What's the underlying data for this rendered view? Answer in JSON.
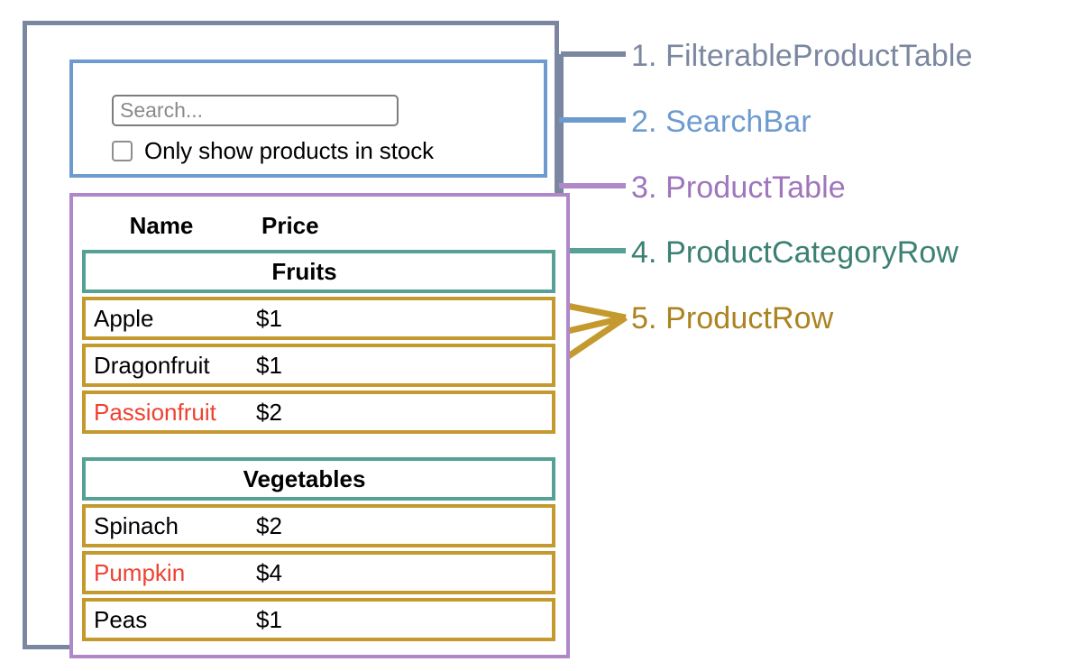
{
  "diagram": {
    "title": "React component hierarchy diagram",
    "colors": {
      "filterable": "#7b87a0",
      "searchbar": "#6e9bcf",
      "producttable": "#b088c9",
      "categoryrow": "#55a195",
      "productrow": "#c49a2e",
      "out_of_stock_text": "#ef4030"
    }
  },
  "search_bar": {
    "input_value": "",
    "input_placeholder": "Search...",
    "checkbox_label": "Only show products in stock",
    "checkbox_checked": false
  },
  "product_table": {
    "columns": [
      "Name",
      "Price"
    ],
    "sections": [
      {
        "category": "Fruits",
        "rows": [
          {
            "name": "Apple",
            "price": "$1",
            "stocked": true
          },
          {
            "name": "Dragonfruit",
            "price": "$1",
            "stocked": true
          },
          {
            "name": "Passionfruit",
            "price": "$2",
            "stocked": false
          }
        ]
      },
      {
        "category": "Vegetables",
        "rows": [
          {
            "name": "Spinach",
            "price": "$2",
            "stocked": true
          },
          {
            "name": "Pumpkin",
            "price": "$4",
            "stocked": false
          },
          {
            "name": "Peas",
            "price": "$1",
            "stocked": true
          }
        ]
      }
    ]
  },
  "legend": [
    {
      "number": "1.",
      "label": "FilterableProductTable",
      "text": "1. FilterableProductTable",
      "color": "#7b87a0"
    },
    {
      "number": "2.",
      "label": "SearchBar",
      "text": "2. SearchBar",
      "color": "#6e9bcf"
    },
    {
      "number": "3.",
      "label": "ProductTable",
      "text": "3. ProductTable",
      "color": "#9f76bb"
    },
    {
      "number": "4.",
      "label": "ProductCategoryRow",
      "text": "4. ProductCategoryRow",
      "color": "#3c8073"
    },
    {
      "number": "5.",
      "label": "ProductRow",
      "text": "5. ProductRow",
      "color": "#ab8420"
    }
  ]
}
